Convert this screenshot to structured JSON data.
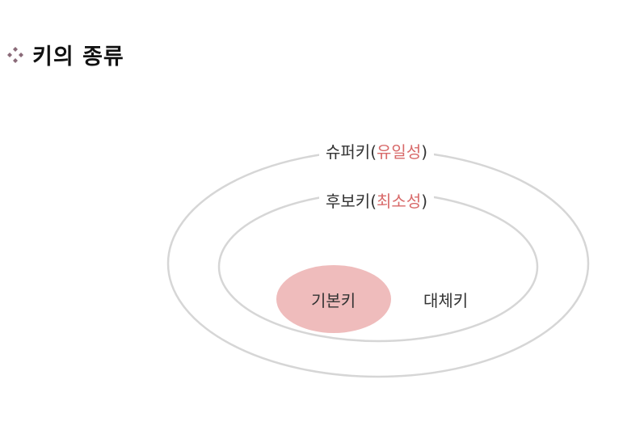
{
  "heading": {
    "bullet_icon": "diamond-cluster-icon",
    "title": "키의 종류"
  },
  "diagram": {
    "super_key": {
      "name": "슈퍼키",
      "open_paren": "(",
      "property": "유일성",
      "close_paren": ")"
    },
    "candidate_key": {
      "name": "후보키",
      "open_paren": "(",
      "property": "최소성",
      "close_paren": ")"
    },
    "primary_key": "기본키",
    "alternate_key": "대체키"
  },
  "colors": {
    "ring_stroke": "#d6d6d6",
    "primary_fill": "#efbcbc",
    "accent_text": "#d86a6a",
    "bullet": "#8a6a78"
  }
}
